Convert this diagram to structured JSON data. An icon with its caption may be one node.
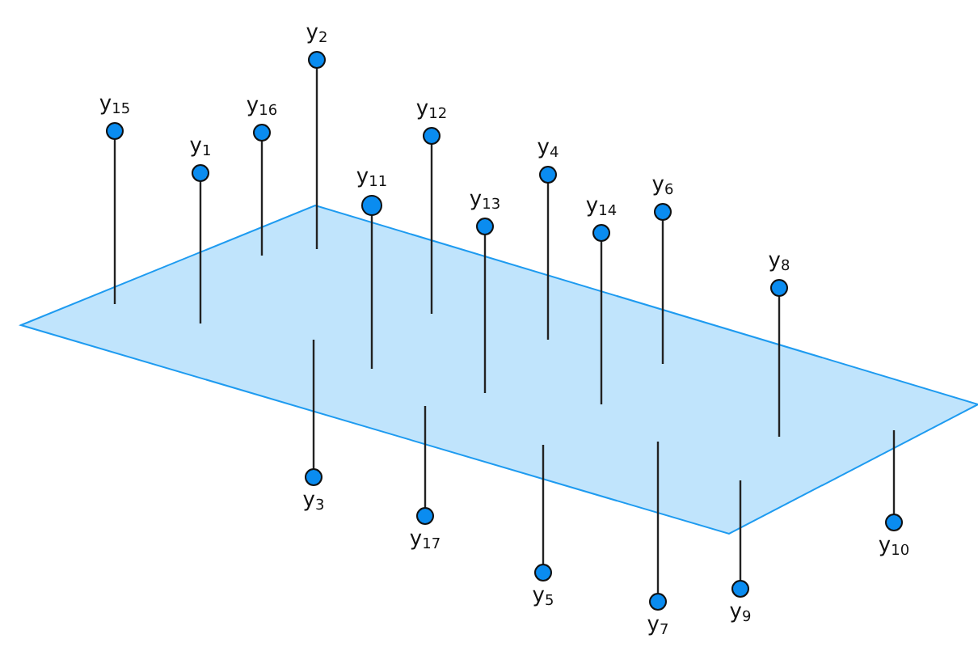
{
  "diagram": {
    "nodes": [
      {
        "text": [],
        "shape": "box"
      },
      {
        "text": [],
        "shape": "circle",
        "beside": [
          "y$_{1}$"
        ]
      },
      {
        "text": [],
        "shape": "circle",
        "beside": [
          "y$_{2}$"
        ]
      },
      {
        "text": [],
        "shape": "circle",
        "beside": [
          "y$_{3}$"
        ]
      },
      {
        "text": [],
        "shape": "circle",
        "beside": [
          "y$_{4}$"
        ]
      },
      {
        "text": [],
        "shape": "circle",
        "beside": [
          "y$_{5}$"
        ]
      },
      {
        "text": [],
        "shape": "circle",
        "beside": [
          "y$_{6}$"
        ]
      },
      {
        "text": [],
        "shape": "circle",
        "beside": [
          "y$_{7}$"
        ]
      },
      {
        "text": [],
        "shape": "circle",
        "beside": [
          "y$_{8}$"
        ]
      },
      {
        "text": [],
        "shape": "circle",
        "beside": [
          "y$_{9}$"
        ]
      },
      {
        "text": [],
        "shape": "circle",
        "beside": [
          "y$_{10}$"
        ]
      },
      {
        "text": [],
        "shape": "circle",
        "beside": [
          "y$_{11}$"
        ]
      },
      {
        "text": [],
        "shape": "circle",
        "beside": [
          "y$_{12}$"
        ]
      },
      {
        "text": [],
        "shape": "circle",
        "beside": [
          "y$_{13}$"
        ]
      },
      {
        "text": [],
        "shape": "circle",
        "beside": [
          "y$_{14}$"
        ]
      },
      {
        "text": [],
        "shape": "circle",
        "beside": [
          "y$_{15}$"
        ]
      },
      {
        "text": [],
        "shape": "circle",
        "beside": [
          "y$_{16}$"
        ]
      },
      {
        "text": [],
        "shape": "circle",
        "beside": [
          "y$_{17}$"
        ]
      }
    ],
    "edges": [
      {
        "from": 1,
        "to": 0,
        "arrow": "none"
      },
      {
        "from": 2,
        "to": 0,
        "arrow": "none"
      },
      {
        "from": 3,
        "to": 0,
        "arrow": "none"
      },
      {
        "from": 4,
        "to": 0,
        "arrow": "none"
      },
      {
        "from": 5,
        "to": 0,
        "arrow": "none"
      },
      {
        "from": 6,
        "to": 0,
        "arrow": "none"
      },
      {
        "from": 7,
        "to": 0,
        "arrow": "none"
      },
      {
        "from": 8,
        "to": 0,
        "arrow": "none"
      },
      {
        "from": 9,
        "to": 0,
        "arrow": "none"
      },
      {
        "from": 10,
        "to": 0,
        "arrow": "none"
      },
      {
        "from": 11,
        "to": 0,
        "arrow": "none"
      },
      {
        "from": 12,
        "to": 0,
        "arrow": "none"
      },
      {
        "from": 13,
        "to": 0,
        "arrow": "none"
      },
      {
        "from": 14,
        "to": 0,
        "arrow": "none"
      },
      {
        "from": 15,
        "to": 0,
        "arrow": "none"
      },
      {
        "from": 16,
        "to": 0,
        "arrow": "none"
      },
      {
        "from": 17,
        "to": 0,
        "arrow": "none"
      }
    ]
  }
}
